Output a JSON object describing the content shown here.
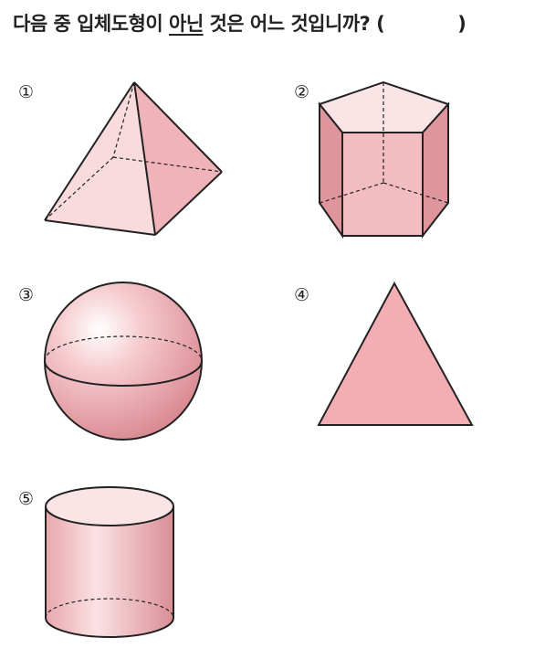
{
  "question": {
    "before": "다음 중 입체도형이 ",
    "underlined": "아닌",
    "after": " 것은 어느 것입니까? (",
    "close": ")"
  },
  "choices": [
    {
      "number": "①",
      "shape": "square-pyramid"
    },
    {
      "number": "②",
      "shape": "pentagonal-prism"
    },
    {
      "number": "③",
      "shape": "sphere"
    },
    {
      "number": "④",
      "shape": "triangle"
    },
    {
      "number": "⑤",
      "shape": "cylinder"
    }
  ],
  "colors": {
    "face_light": "#f9dadd",
    "face_mid": "#f1b8bd",
    "face_dark": "#e39ca3",
    "stroke": "#222222"
  }
}
